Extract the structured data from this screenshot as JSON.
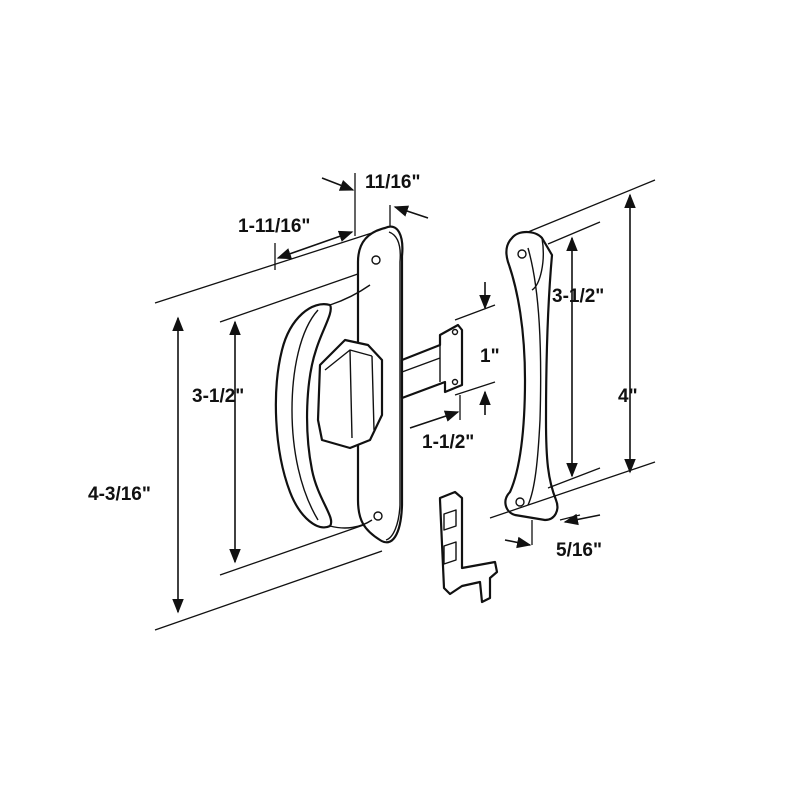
{
  "dimensions": {
    "plate_depth": "11/16\"",
    "handle_projection": "1-11/16\"",
    "handle_hole_spacing": "3-1/2\"",
    "plate_height": "4-3/16\"",
    "tab_height": "1\"",
    "tab_length": "1-1/2\"",
    "pull_hole_spacing": "3-1/2\"",
    "pull_height": "4\"",
    "pull_depth": "5/16\""
  },
  "colors": {
    "line": "#111111",
    "background": "#ffffff"
  }
}
